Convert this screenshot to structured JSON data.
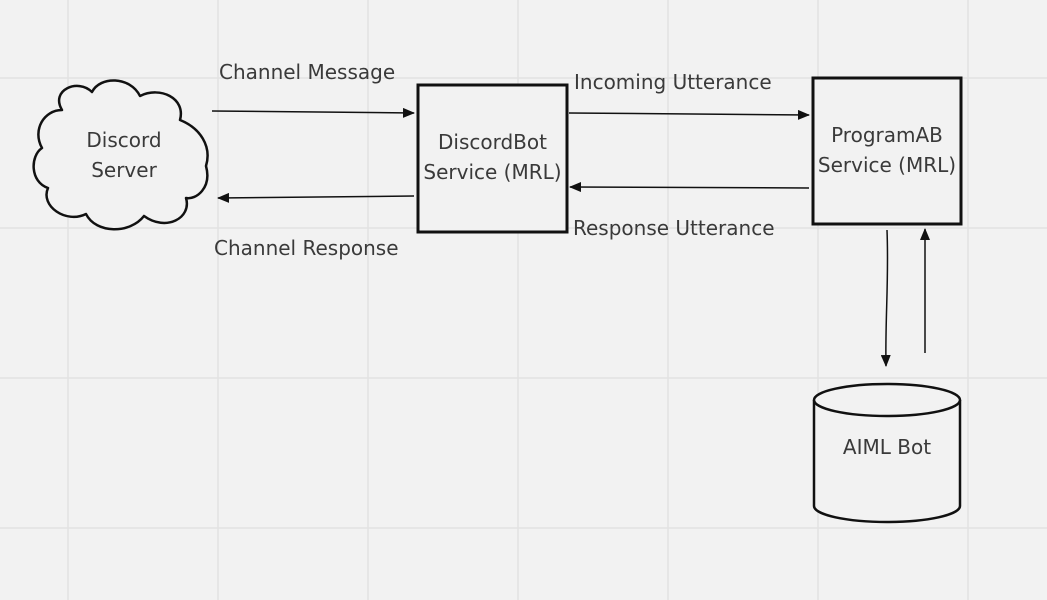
{
  "nodes": {
    "discord_server": {
      "line1": "Discord",
      "line2": "Server"
    },
    "discordbot": {
      "line1": "DiscordBot",
      "line2": "Service (MRL)"
    },
    "programab": {
      "line1": "ProgramAB",
      "line2": "Service (MRL)"
    },
    "aiml_bot": {
      "label": "AIML Bot"
    }
  },
  "edges": {
    "channel_message": "Channel Message",
    "channel_response": "Channel Response",
    "incoming_utterance": "Incoming Utterance",
    "response_utterance": "Response Utterance"
  },
  "colors": {
    "background": "#f2f2f2",
    "grid": "#e2e2e2",
    "stroke": "#111111",
    "text": "#3a3a3a"
  }
}
